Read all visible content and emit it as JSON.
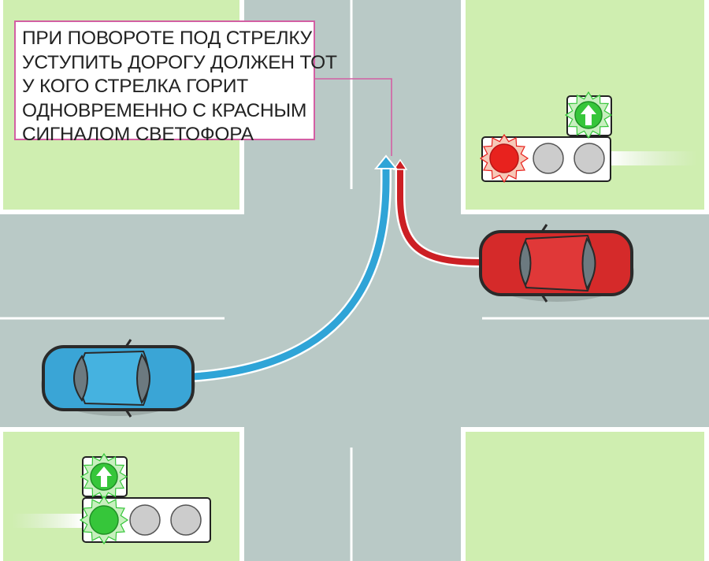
{
  "caption": {
    "lines": [
      "ПРИ ПОВОРОТЕ ПОД СТРЕЛКУ",
      "УСТУПИТЬ ДОРОГУ ДОЛЖЕН ТОТ",
      "У КОГО СТРЕЛКА ГОРИТ",
      "ОДНОВРЕМЕННО С КРАСНЫМ",
      "СИГНАЛОМ СВЕТОФОРА"
    ]
  },
  "colors": {
    "grass": "#cfeeb0",
    "road": "#b9c9c6",
    "blue_car": "#3aa5d6",
    "red_car": "#d52a2a",
    "blue_path": "#2fa4d7",
    "red_path": "#cc1f24",
    "signal_red": "#e8221e",
    "signal_green": "#36c63a",
    "signal_off": "#cccccc",
    "caption_border": "#d35fa4"
  },
  "icons": {
    "arrow": "up-arrow-icon",
    "sunburst": "sunburst-glow-icon"
  },
  "signals": {
    "top_right": {
      "main_lights": [
        "red",
        "off",
        "off"
      ],
      "arrow": "green"
    },
    "bottom_left": {
      "main_lights": [
        "green",
        "off",
        "off"
      ],
      "arrow": "green"
    }
  }
}
